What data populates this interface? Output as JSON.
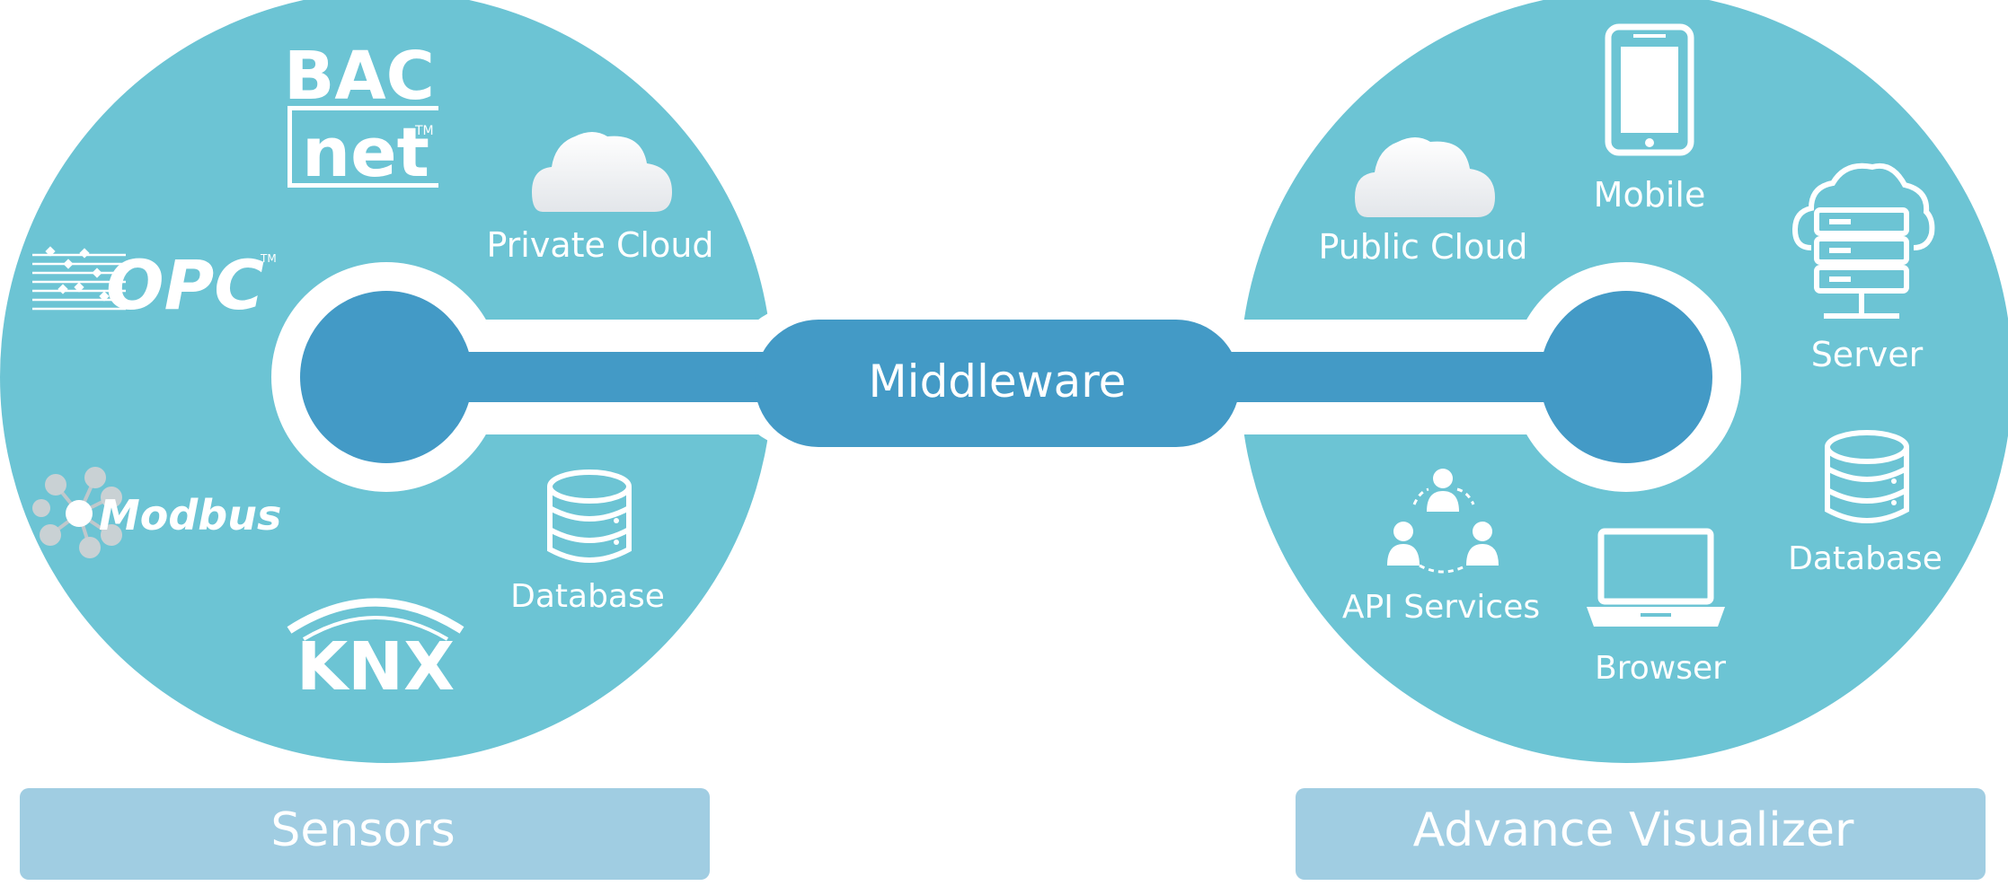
{
  "center": {
    "label": "Middleware"
  },
  "left_panel": {
    "title": "Sensors",
    "protocols": [
      {
        "name": "BACnet",
        "logo_lines": [
          "BAC",
          "net"
        ],
        "trademark": "TM",
        "icon": "bacnet-logo"
      },
      {
        "name": "OPC",
        "logo_text": "OPC",
        "trademark": "TM",
        "icon": "opc-logo"
      },
      {
        "name": "Modbus",
        "logo_text": "Modbus",
        "icon": "modbus-logo"
      },
      {
        "name": "KNX",
        "logo_text": "KNX",
        "icon": "knx-logo"
      }
    ],
    "services": [
      {
        "label": "Private Cloud",
        "icon": "cloud-icon"
      },
      {
        "label": "Database",
        "icon": "database-icon"
      }
    ]
  },
  "right_panel": {
    "title": "Advance Visualizer",
    "items": [
      {
        "label": "Mobile",
        "icon": "mobile-phone-icon"
      },
      {
        "label": "Public Cloud",
        "icon": "cloud-icon"
      },
      {
        "label": "Server",
        "icon": "cloud-server-icon"
      },
      {
        "label": "Database",
        "icon": "database-icon"
      },
      {
        "label": "API Services",
        "icon": "api-users-icon"
      },
      {
        "label": "Browser",
        "icon": "laptop-icon"
      }
    ]
  },
  "colors": {
    "circle": "#6cc4d4",
    "connector": "#439ac6",
    "title_box": "#a0cde2",
    "text": "#ffffff"
  }
}
